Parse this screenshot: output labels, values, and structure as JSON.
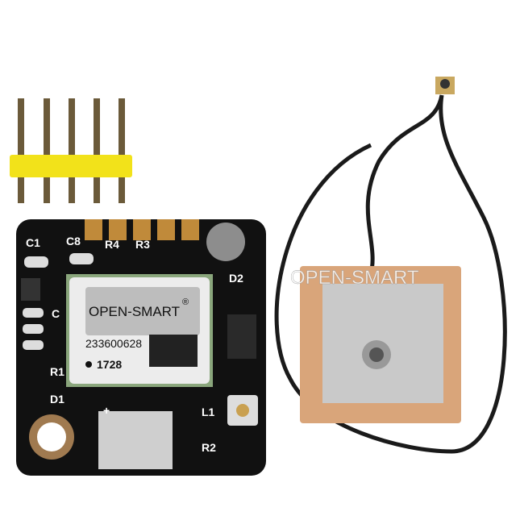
{
  "watermark": "OPEN-SMART",
  "module": {
    "brand": "OPEN-SMART",
    "registered": "®",
    "serial": "233600628",
    "date_code": "1728"
  },
  "silkscreen": {
    "c1": "C1",
    "c8": "C8",
    "r4": "R4",
    "r3": "R3",
    "d2": "D2",
    "r1": "R1",
    "d1": "D1",
    "l1": "L1",
    "r2": "R2",
    "plus": "+",
    "c": "C"
  },
  "colors": {
    "pcb": "#111111",
    "pin_header": "#f2e21a",
    "pin": "#6b5a3a",
    "patch": "#d9a57a",
    "patch_metal": "#c9c9c9",
    "cable": "#1a1a1a"
  }
}
